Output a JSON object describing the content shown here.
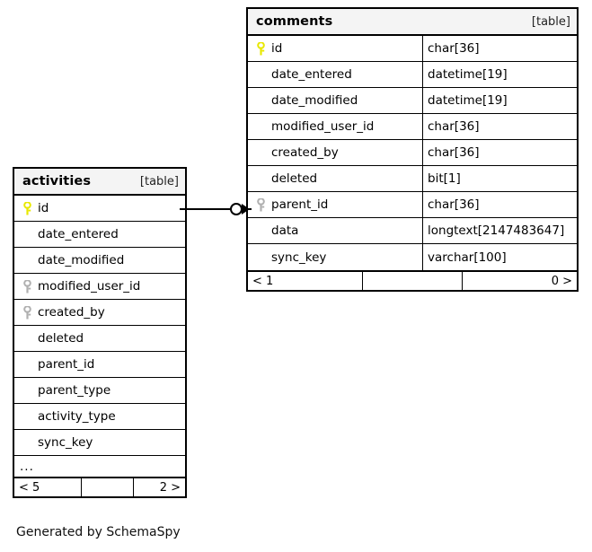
{
  "diagram": {
    "caption": "Generated by SchemaSpy",
    "table_tag": "[table]",
    "ellipsis": "...",
    "colors": {
      "primary_key": "#e8e800",
      "foreign_key": "#b0b0b0",
      "border": "#000000",
      "header_background": "#f4f4f4",
      "page_background": "#ffffff"
    }
  },
  "tables": {
    "activities": {
      "name": "activities",
      "tag": "[table]",
      "columns": [
        {
          "name": "id",
          "key": "primary",
          "type": ""
        },
        {
          "name": "date_entered",
          "key": "none",
          "type": ""
        },
        {
          "name": "date_modified",
          "key": "none",
          "type": ""
        },
        {
          "name": "modified_user_id",
          "key": "foreign",
          "type": ""
        },
        {
          "name": "created_by",
          "key": "foreign",
          "type": ""
        },
        {
          "name": "deleted",
          "key": "none",
          "type": ""
        },
        {
          "name": "parent_id",
          "key": "none",
          "type": ""
        },
        {
          "name": "parent_type",
          "key": "none",
          "type": ""
        },
        {
          "name": "activity_type",
          "key": "none",
          "type": ""
        },
        {
          "name": "sync_key",
          "key": "none",
          "type": ""
        }
      ],
      "has_ellipsis_row": true,
      "footer": {
        "left": "< 5",
        "middle": "",
        "right": "2 >"
      }
    },
    "comments": {
      "name": "comments",
      "tag": "[table]",
      "columns": [
        {
          "name": "id",
          "key": "primary",
          "type": "char[36]"
        },
        {
          "name": "date_entered",
          "key": "none",
          "type": "datetime[19]"
        },
        {
          "name": "date_modified",
          "key": "none",
          "type": "datetime[19]"
        },
        {
          "name": "modified_user_id",
          "key": "none",
          "type": "char[36]"
        },
        {
          "name": "created_by",
          "key": "none",
          "type": "char[36]"
        },
        {
          "name": "deleted",
          "key": "none",
          "type": "bit[1]"
        },
        {
          "name": "parent_id",
          "key": "foreign",
          "type": "char[36]"
        },
        {
          "name": "data",
          "key": "none",
          "type": "longtext[2147483647]"
        },
        {
          "name": "sync_key",
          "key": "none",
          "type": "varchar[100]"
        }
      ],
      "has_ellipsis_row": false,
      "footer": {
        "left": "< 1",
        "middle": "",
        "right": "0 >"
      }
    }
  },
  "relationship": {
    "from_table": "activities",
    "from_column": "id",
    "to_table": "comments",
    "to_column": "parent_id",
    "notation": "zero-or-more"
  }
}
